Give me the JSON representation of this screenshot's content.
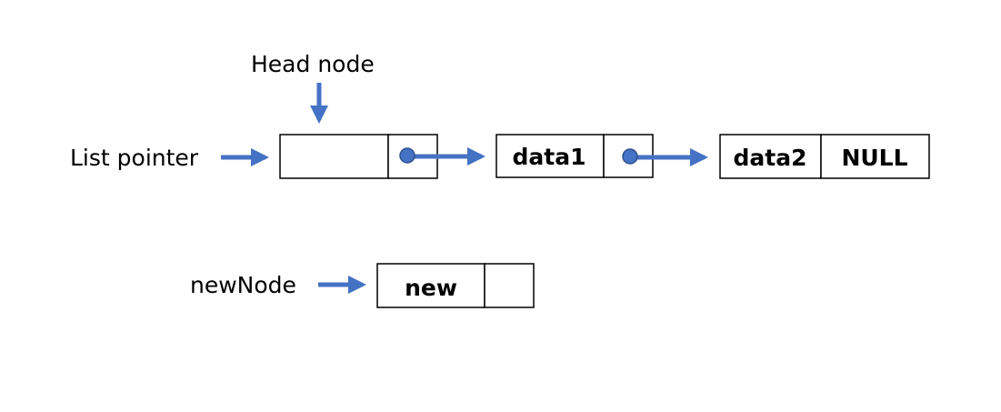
{
  "labels": {
    "head_node": "Head node",
    "list_pointer": "List pointer",
    "new_node": "newNode"
  },
  "nodes": {
    "head": {
      "data": "",
      "next": ""
    },
    "node1": {
      "data": "data1",
      "next": ""
    },
    "node2": {
      "data": "data2",
      "next": "NULL"
    },
    "new_node": {
      "data": "new",
      "next": ""
    }
  },
  "colors": {
    "arrow": "#4472c4",
    "pointer_dot": "#4472c4",
    "box_border": "#000000"
  }
}
